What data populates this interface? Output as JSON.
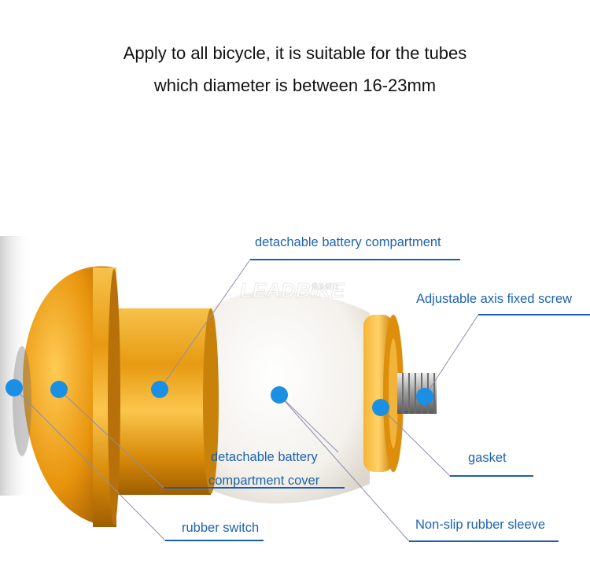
{
  "header": {
    "line1": "Apply to all bicycle, it is suitable for the tubes",
    "line2": "which diameter is between 16-23mm"
  },
  "watermark": {
    "brand": "LEADBIKE",
    "sub": "領派騎行"
  },
  "labels": {
    "battery_compartment": "detachable battery compartment",
    "axis_screw": "Adjustable axis fixed screw",
    "battery_cover_line1": "detachable battery",
    "battery_cover_line2": "compartment cover",
    "gasket": "gasket",
    "rubber_switch": "rubber switch",
    "rubber_sleeve": "Non-slip rubber sleeve"
  },
  "colors": {
    "callout_dot": "#1b8fe3",
    "callout_text": "#1d63b0",
    "metal_gold": "#f0a010"
  }
}
